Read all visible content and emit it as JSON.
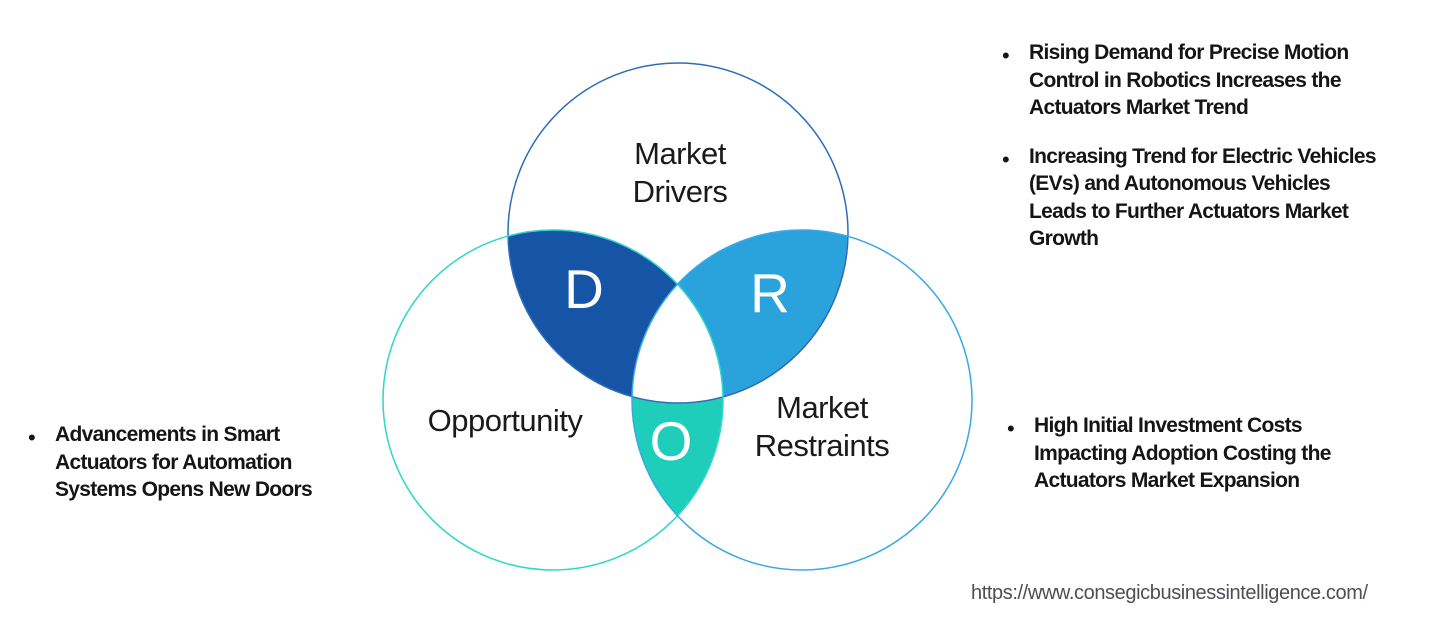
{
  "diagram": {
    "circles": {
      "drivers": {
        "label_lines": [
          "Market",
          "Drivers"
        ],
        "letter": "D",
        "outline_color": "#2e6db6",
        "overlap_fill": "#1655a5"
      },
      "restraints": {
        "label_lines": [
          "Market",
          "Restraints"
        ],
        "letter": "R",
        "outline_color": "#39a8e7",
        "overlap_fill": "#2aa3dd"
      },
      "opportunity": {
        "label_lines": [
          "Opportunity"
        ],
        "letter": "O",
        "outline_color": "#2ed7c9",
        "overlap_fill": "#1fceba"
      }
    },
    "letter_color": "#ffffff"
  },
  "bullets": {
    "marker": "•",
    "left": [
      {
        "lines": [
          "Advancements in Smart",
          "Actuators for Automation",
          "Systems Opens New Doors"
        ]
      }
    ],
    "right_top": [
      {
        "lines": [
          "Rising Demand for Precise Motion",
          "Control in Robotics Increases the",
          "Actuators Market Trend"
        ]
      },
      {
        "lines": [
          "Increasing Trend for Electric Vehicles",
          "(EVs) and Autonomous Vehicles",
          "Leads to Further Actuators Market",
          "Growth"
        ]
      }
    ],
    "right_bottom": [
      {
        "lines": [
          "High Initial Investment Costs",
          "Impacting Adoption Costing the",
          "Actuators Market Expansion"
        ]
      }
    ]
  },
  "footer": {
    "url": "https://www.consegicbusinessintelligence.com/"
  }
}
